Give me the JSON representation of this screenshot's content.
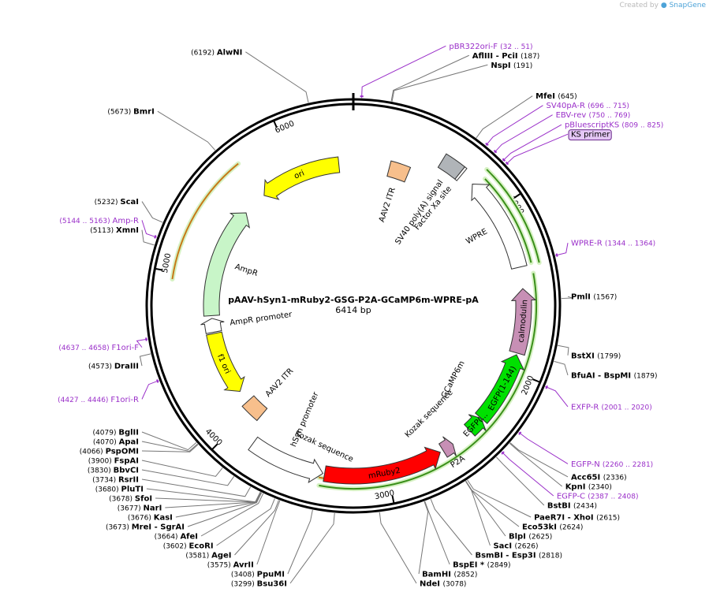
{
  "watermark": {
    "prefix": "Created by",
    "brand": "SnapGene"
  },
  "plasmid": {
    "name": "pAAV-hSyn1-mRuby2-GSG-P2A-GCaMP6m-WPRE-pA",
    "length_label": "6414 bp",
    "length": 6414
  },
  "ticks": [
    {
      "pos": 1000,
      "label": "1000"
    },
    {
      "pos": 2000,
      "label": "2000"
    },
    {
      "pos": 3000,
      "label": "3000"
    },
    {
      "pos": 4000,
      "label": "4000"
    },
    {
      "pos": 5000,
      "label": "5000"
    },
    {
      "pos": 6000,
      "label": "6000"
    }
  ],
  "features": [
    {
      "name": "ori",
      "label": "ori",
      "start": 5720,
      "end": 6310,
      "strand": -1,
      "ring": 2,
      "color": "#ffff00",
      "label_mode": "inside"
    },
    {
      "name": "AAV2 ITR",
      "label": "AAV2 ITR",
      "start": 260,
      "end": 400,
      "strand": 0,
      "ring": 2,
      "color": "#f7bf8c",
      "label_mode": "radial-in"
    },
    {
      "name": "SV40 poly(A) signal",
      "label": "SV40 poly(A) signal",
      "start": 560,
      "end": 690,
      "strand": 0,
      "ring": 1,
      "color": "#b0b4b8",
      "label_mode": "radial-in"
    },
    {
      "name": "WPRE",
      "label": "WPRE",
      "start": 790,
      "end": 1370,
      "strand": -1,
      "ring": 1,
      "color": "#ffffff",
      "label_mode": "radial-in"
    },
    {
      "name": "Factor Xa site",
      "label": "Factor Xa site",
      "start": 690,
      "end": 705,
      "strand": 0,
      "ring": 1,
      "color": "#ffffff",
      "label_mode": "radial-in"
    },
    {
      "name": "calmodulin",
      "label": "calmodulin",
      "start": 1500,
      "end": 1890,
      "strand": -1,
      "ring": 1,
      "color": "#c78fb5",
      "label_mode": "inside"
    },
    {
      "name": "EGFP(1-144)",
      "label": "EGFP(1-144)",
      "start": 1900,
      "end": 2340,
      "strand": -1,
      "ring": 1,
      "color": "#00e000",
      "label_mode": "inside"
    },
    {
      "name": "EGFP(...",
      "label": "EGFP(...",
      "start": 2340,
      "end": 2440,
      "strand": -1,
      "ring": 1,
      "color": "#00e000",
      "label_mode": "inside"
    },
    {
      "name": "P2A",
      "label": "P2A",
      "start": 2570,
      "end": 2640,
      "strand": -1,
      "ring": 1,
      "color": "#c78fb5",
      "label_mode": "above"
    },
    {
      "name": "mRuby2",
      "label": "mRuby2",
      "start": 2660,
      "end": 3380,
      "strand": -1,
      "ring": 1,
      "color": "#ff0000",
      "label_mode": "inside"
    },
    {
      "name": "hSyn promoter",
      "label": "hSyn promoter",
      "start": 3390,
      "end": 3850,
      "strand": -1,
      "ring": 1,
      "color": "#ffffff",
      "label_mode": "radial-in"
    },
    {
      "name": "AAV2 ITR 2",
      "label": "AAV2 ITR",
      "start": 3920,
      "end": 4060,
      "strand": 0,
      "ring": 2,
      "color": "#f7bf8c",
      "label_mode": "radial-in"
    },
    {
      "name": "f1 ori",
      "label": "f1 ori",
      "start": 4150,
      "end": 4610,
      "strand": -1,
      "ring": 2,
      "color": "#ffff00",
      "label_mode": "inside"
    },
    {
      "name": "AmpR promoter",
      "label": "AmpR promoter",
      "start": 4620,
      "end": 4720,
      "strand": 1,
      "ring": 2,
      "color": "#ffffff",
      "label_mode": "radial-in"
    },
    {
      "name": "AmpR",
      "label": "AmpR",
      "start": 4740,
      "end": 5540,
      "strand": 1,
      "ring": 2,
      "color": "#c8f5c8",
      "label_mode": "radial-in"
    }
  ],
  "central_labels": [
    {
      "name": "GCaMP6m",
      "label": "GCaMP6m"
    },
    {
      "name": "Kozak sequence 1",
      "label": "Kozak sequence"
    },
    {
      "name": "Kozak sequence 2",
      "label": "Kozak sequence"
    }
  ],
  "enzymes": [
    {
      "name": "AflIII",
      "label": "AflIII",
      "extra": "- PciI",
      "pos_label": "(187)",
      "pos": 187
    },
    {
      "name": "NspI",
      "label": "NspI",
      "extra": "",
      "pos_label": "(191)",
      "pos": 191
    },
    {
      "name": "MfeI",
      "label": "MfeI",
      "extra": "",
      "pos_label": "(645)",
      "pos": 645
    },
    {
      "name": "PmlI",
      "label": "PmlI",
      "extra": "",
      "pos_label": "(1567)",
      "pos": 1567
    },
    {
      "name": "BstXI",
      "label": "BstXI",
      "extra": "",
      "pos_label": "(1799)",
      "pos": 1799
    },
    {
      "name": "BfuAI",
      "label": "BfuAI",
      "extra": "- BspMI",
      "pos_label": "(1879)",
      "pos": 1879
    },
    {
      "name": "Acc65I",
      "label": "Acc65I",
      "extra": "",
      "pos_label": "(2336)",
      "pos": 2336
    },
    {
      "name": "KpnI",
      "label": "KpnI",
      "extra": "",
      "pos_label": "(2340)",
      "pos": 2340
    },
    {
      "name": "BstBI",
      "label": "BstBI",
      "extra": "",
      "pos_label": "(2434)",
      "pos": 2434
    },
    {
      "name": "PaeR7I",
      "label": "PaeR7I",
      "extra": "- XhoI",
      "pos_label": "(2615)",
      "pos": 2615
    },
    {
      "name": "Eco53kI",
      "label": "Eco53kI",
      "extra": "",
      "pos_label": "(2624)",
      "pos": 2624
    },
    {
      "name": "BlpI",
      "label": "BlpI",
      "extra": "",
      "pos_label": "(2625)",
      "pos": 2625
    },
    {
      "name": "SacI",
      "label": "SacI",
      "extra": "",
      "pos_label": "(2626)",
      "pos": 2626
    },
    {
      "name": "BsmBI",
      "label": "BsmBI",
      "extra": "- Esp3I",
      "pos_label": "(2818)",
      "pos": 2818
    },
    {
      "name": "BspEI",
      "label": "BspEI",
      "extra": "*",
      "pos_label": "(2849)",
      "pos": 2849
    },
    {
      "name": "BamHI",
      "label": "BamHI",
      "extra": "",
      "pos_label": "(2852)",
      "pos": 2852
    },
    {
      "name": "NdeI",
      "label": "NdeI",
      "extra": "",
      "pos_label": "(3078)",
      "pos": 3078
    },
    {
      "name": "Bsu36I",
      "label": "Bsu36I",
      "extra": "",
      "pos_label": "(3299)",
      "pos": 3299
    },
    {
      "name": "PpuMI",
      "label": "PpuMI",
      "extra": "",
      "pos_label": "(3408)",
      "pos": 3408
    },
    {
      "name": "AvrII",
      "label": "AvrII",
      "extra": "",
      "pos_label": "(3575)",
      "pos": 3575
    },
    {
      "name": "AgeI",
      "label": "AgeI",
      "extra": "",
      "pos_label": "(3581)",
      "pos": 3581
    },
    {
      "name": "EcoRI",
      "label": "EcoRI",
      "extra": "",
      "pos_label": "(3602)",
      "pos": 3602
    },
    {
      "name": "AfeI",
      "label": "AfeI",
      "extra": "",
      "pos_label": "(3664)",
      "pos": 3664
    },
    {
      "name": "MreI",
      "label": "MreI",
      "extra": "- SgrAI",
      "pos_label": "(3673)",
      "pos": 3673
    },
    {
      "name": "KasI",
      "label": "KasI",
      "extra": "",
      "pos_label": "(3676)",
      "pos": 3676
    },
    {
      "name": "NarI",
      "label": "NarI",
      "extra": "",
      "pos_label": "(3677)",
      "pos": 3677
    },
    {
      "name": "SfoI",
      "label": "SfoI",
      "extra": "",
      "pos_label": "(3678)",
      "pos": 3678
    },
    {
      "name": "PluTI",
      "label": "PluTI",
      "extra": "",
      "pos_label": "(3680)",
      "pos": 3680
    },
    {
      "name": "RsrII",
      "label": "RsrII",
      "extra": "",
      "pos_label": "(3734)",
      "pos": 3734
    },
    {
      "name": "BbvCI",
      "label": "BbvCI",
      "extra": "",
      "pos_label": "(3830)",
      "pos": 3830
    },
    {
      "name": "FspAI",
      "label": "FspAI",
      "extra": "",
      "pos_label": "(3900)",
      "pos": 3900
    },
    {
      "name": "PspOMI",
      "label": "PspOMI",
      "extra": "",
      "pos_label": "(4066)",
      "pos": 4066
    },
    {
      "name": "ApaI",
      "label": "ApaI",
      "extra": "",
      "pos_label": "(4070)",
      "pos": 4070
    },
    {
      "name": "BglII",
      "label": "BglII",
      "extra": "",
      "pos_label": "(4079)",
      "pos": 4079
    },
    {
      "name": "DraIII",
      "label": "DraIII",
      "extra": "",
      "pos_label": "(4573)",
      "pos": 4573
    },
    {
      "name": "XmnI",
      "label": "XmnI",
      "extra": "",
      "pos_label": "(5113)",
      "pos": 5113
    },
    {
      "name": "ScaI",
      "label": "ScaI",
      "extra": "",
      "pos_label": "(5232)",
      "pos": 5232
    },
    {
      "name": "BmrI",
      "label": "BmrI",
      "extra": "",
      "pos_label": "(5673)",
      "pos": 5673
    },
    {
      "name": "AlwNI",
      "label": "AlwNI",
      "extra": "",
      "pos_label": "(6192)",
      "pos": 6192
    }
  ],
  "primers": [
    {
      "name": "pBR322ori-F",
      "label": "pBR322ori-F",
      "range": "(32 .. 51)",
      "pos": 41
    },
    {
      "name": "SV40pA-R",
      "label": "SV40pA-R",
      "range": "(696 .. 715)",
      "pos": 705
    },
    {
      "name": "EBV-rev",
      "label": "EBV-rev",
      "range": "(750 .. 769)",
      "pos": 759
    },
    {
      "name": "pBluescriptKS",
      "label": "pBluescriptKS",
      "range": "(809 .. 825)",
      "pos": 817
    },
    {
      "name": "KS primer",
      "label": "KS primer",
      "range": "",
      "pos": 840,
      "boxed": true
    },
    {
      "name": "WPRE-R",
      "label": "WPRE-R",
      "range": "(1344 .. 1364)",
      "pos": 1354
    },
    {
      "name": "EXFP-R",
      "label": "EXFP-R",
      "range": "(2001 .. 2020)",
      "pos": 2010
    },
    {
      "name": "EGFP-N",
      "label": "EGFP-N",
      "range": "(2260 .. 2281)",
      "pos": 2270
    },
    {
      "name": "EGFP-C",
      "label": "EGFP-C",
      "range": "(2387 .. 2408)",
      "pos": 2397
    },
    {
      "name": "F1ori-F",
      "label": "F1ori-F",
      "range": "(4637 .. 4658)",
      "pos": 4647
    },
    {
      "name": "F1ori-R",
      "label": "F1ori-R",
      "range": "(4427 .. 4446)",
      "pos": 4436
    },
    {
      "name": "Amp-R",
      "label": "Amp-R",
      "range": "(5144 .. 5163)",
      "pos": 5153
    }
  ],
  "colors": {
    "enzyme_text": "#000000",
    "primer_text": "#9a2fc9",
    "primer_line": "#9a2fc9",
    "orf_green": "#3a8f1a",
    "orf_orange": "#c67a19",
    "backbone": "#000000"
  }
}
